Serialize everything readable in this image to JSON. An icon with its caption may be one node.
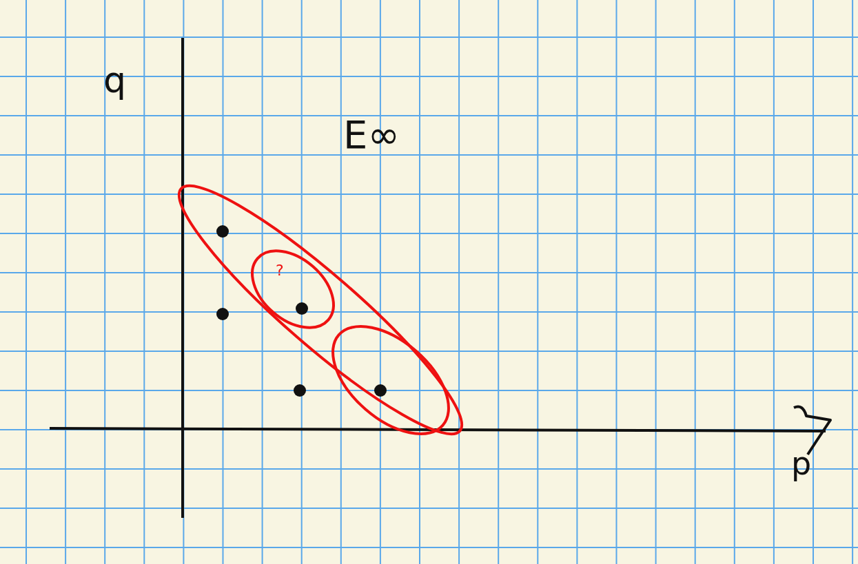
{
  "diagram": {
    "labels": [
      "q",
      "E∞",
      "?",
      "p"
    ]
  }
}
